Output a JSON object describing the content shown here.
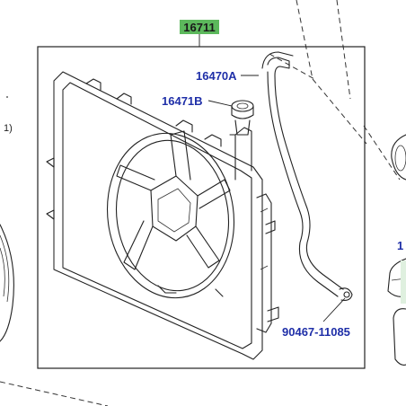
{
  "callouts": {
    "assembly": "16711",
    "hose": "16470A",
    "cap": "16471B",
    "clamp": "90467-11085"
  },
  "side_labels": {
    "left_paren": "1)",
    "right_digit": "1"
  },
  "colors": {
    "header_highlight": "#5cb85c",
    "callout_text": "#1f2fa8",
    "line": "#222222"
  }
}
